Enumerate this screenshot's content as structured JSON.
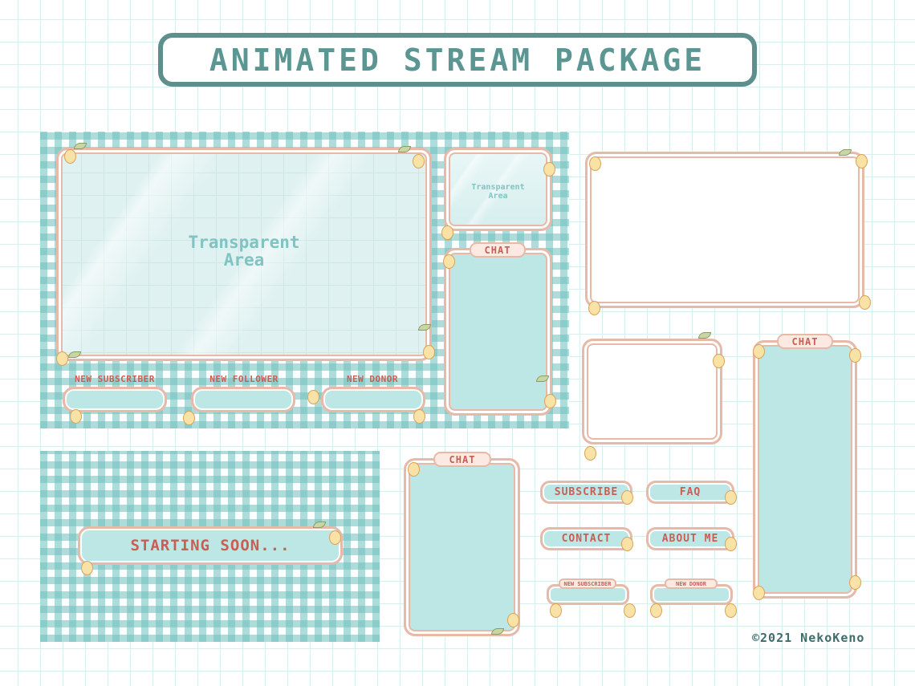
{
  "title": "ANIMATED STREAM PACKAGE",
  "main_overlay": {
    "transparent_area_label": "Transparent\nArea",
    "cam_label": "Transparent\nArea",
    "chat_tab": "CHAT",
    "alerts": [
      {
        "label": "NEW SUBSCRIBER"
      },
      {
        "label": "NEW FOLLOWER"
      },
      {
        "label": "NEW DONOR"
      }
    ]
  },
  "starting_screen": {
    "label": "STARTING SOON..."
  },
  "chat_tabs": [
    "CHAT",
    "CHAT"
  ],
  "panels": {
    "subscribe": "SUBSCRIBE",
    "faq": "FAQ",
    "contact": "CONTACT",
    "about_me": "ABOUT ME",
    "new_subscriber": "NEW SUBSCRIBER",
    "new_donor": "NEW DONOR"
  },
  "copyright": "©2021 NekoKeno",
  "colors": {
    "accent_teal": "#5e8f8c",
    "mint_fill": "#bde7e5",
    "frame_pink": "#e6b9a9",
    "label_red": "#c95e55",
    "lemon": "#f9e2a6",
    "leaf": "#c8d6a3"
  }
}
